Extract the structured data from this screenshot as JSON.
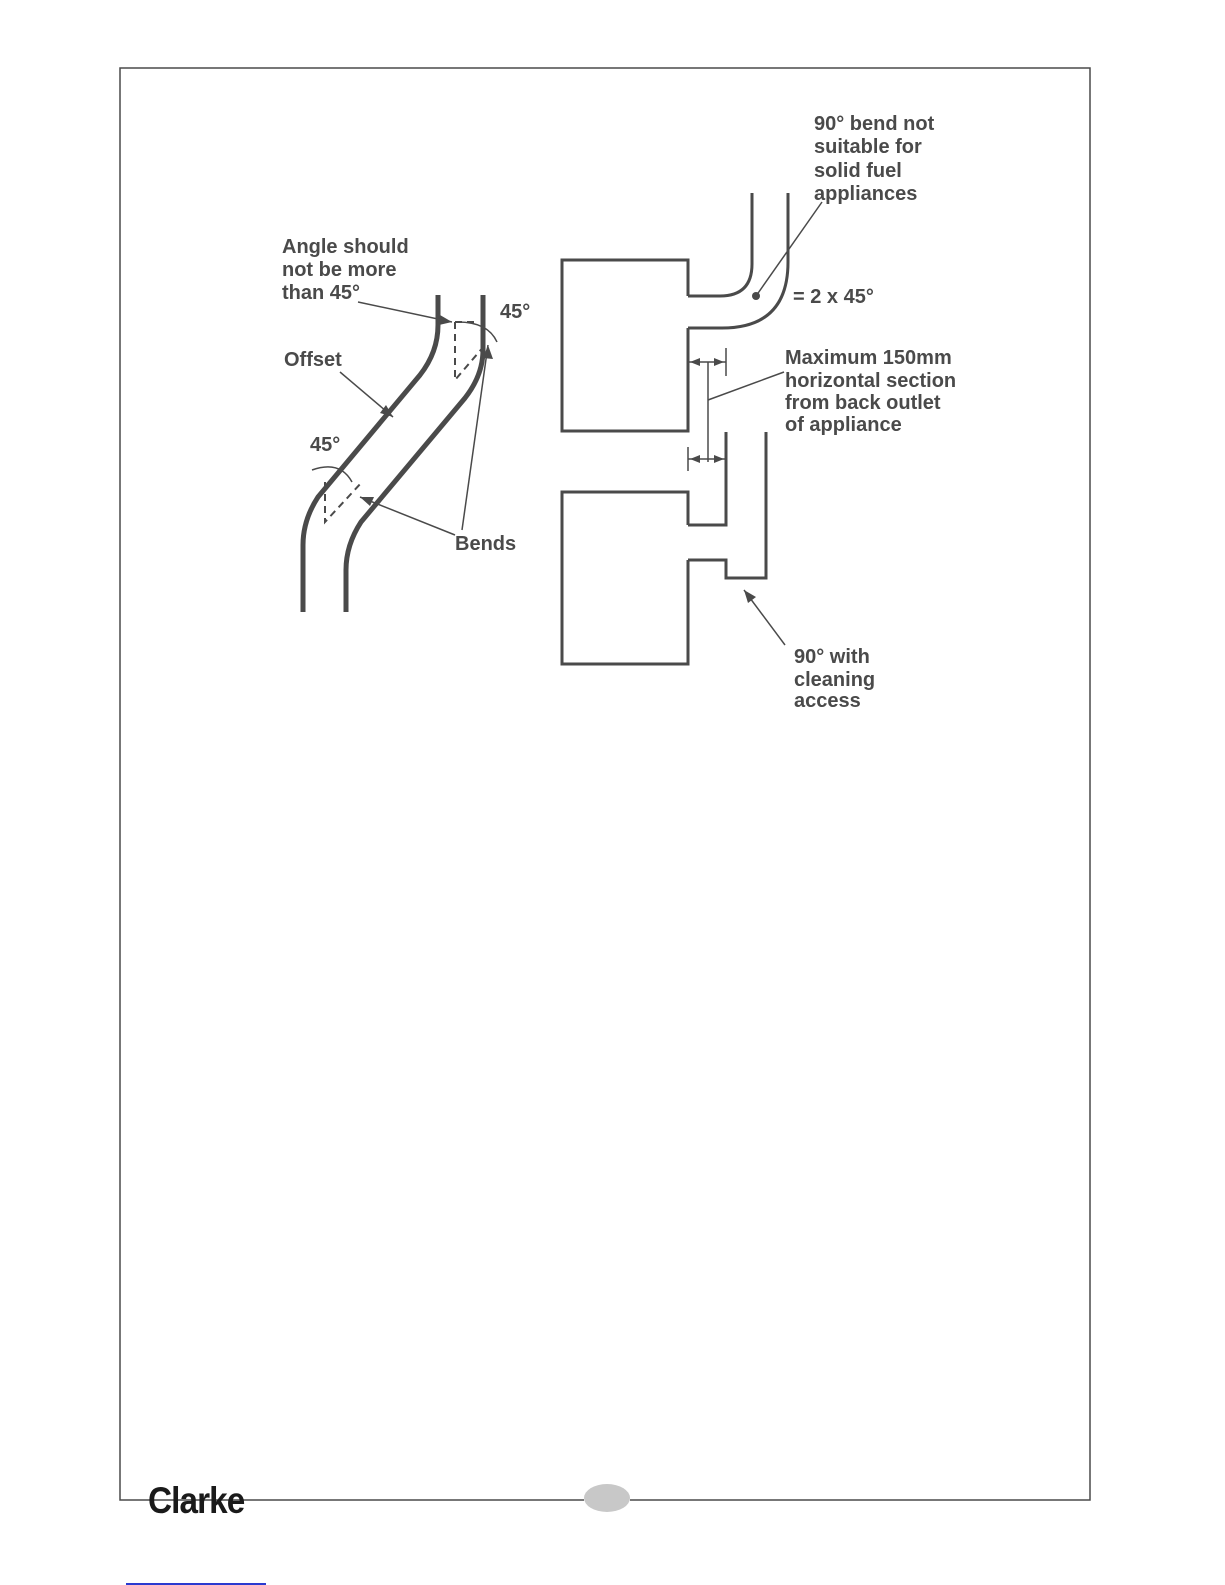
{
  "left_diagram": {
    "angle_note": [
      "Angle should",
      "not be more",
      "than 45°"
    ],
    "angle_top": "45°",
    "offset_label": "Offset",
    "angle_bottom": "45°",
    "bends_label": "Bends"
  },
  "right_diagram": {
    "bend_note": [
      "90° bend not",
      "suitable for",
      "solid fuel",
      "appliances"
    ],
    "bend_equals": "= 2 x 45°",
    "horizontal_note": [
      "Maximum 150mm",
      "horizontal section",
      "from back outlet",
      "of appliance"
    ],
    "cleaning_note": [
      "90° with",
      "cleaning",
      "access"
    ]
  },
  "footer": {
    "brand": "Clarke"
  }
}
